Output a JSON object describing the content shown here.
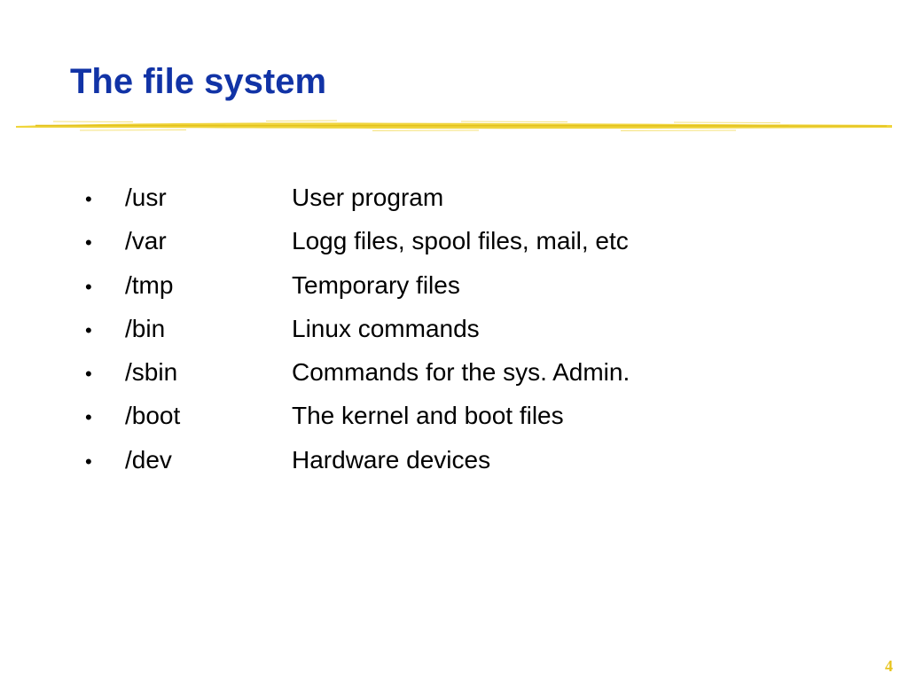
{
  "slide": {
    "title": "The file system",
    "bullet_symbol": "•",
    "items": [
      {
        "path": "/usr",
        "description": "User program"
      },
      {
        "path": "/var",
        "description": "Logg files, spool files, mail, etc"
      },
      {
        "path": "/tmp",
        "description": "Temporary files"
      },
      {
        "path": "/bin",
        "description": "Linux commands"
      },
      {
        "path": "/sbin",
        "description": "Commands for the sys. Admin."
      },
      {
        "path": "/boot",
        "description": "The kernel and boot files"
      },
      {
        "path": "/dev",
        "description": "Hardware devices"
      }
    ],
    "page_number": "4"
  },
  "colors": {
    "title": "#1133a6",
    "body_text": "#000000",
    "rule": "#f0d53c",
    "page_number": "#e8c521",
    "background": "#ffffff"
  }
}
